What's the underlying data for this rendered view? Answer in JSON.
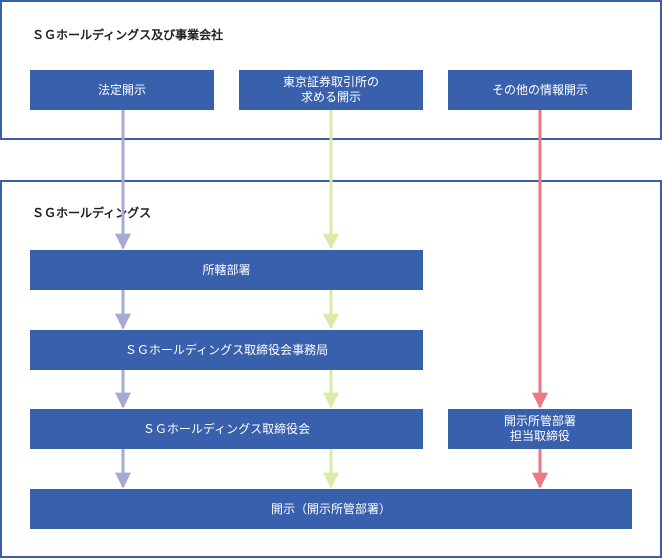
{
  "top_frame": {
    "title": "ＳＧホールディングス及び事業会社",
    "boxes": [
      {
        "label": "法定開示"
      },
      {
        "lines": [
          "東京証券取引所の",
          "求める開示"
        ]
      },
      {
        "label": "その他の情報開示"
      }
    ]
  },
  "bottom_frame": {
    "title": "ＳＧホールディングス",
    "dept": "所轄部署",
    "secretariat": "ＳＧホールディングス取締役会事務局",
    "board": "ＳＧホールディングス取締役会",
    "officer_lines": [
      "開示所管部署",
      "担当取締役"
    ],
    "disclosure": "開示（開示所管部署）"
  },
  "colors": {
    "box": "#3960ac",
    "frame_border": "#3a5ea8",
    "arrow_legal": "#a6a9d4",
    "arrow_tse": "#d9eba8",
    "arrow_other": "#e87a85"
  }
}
